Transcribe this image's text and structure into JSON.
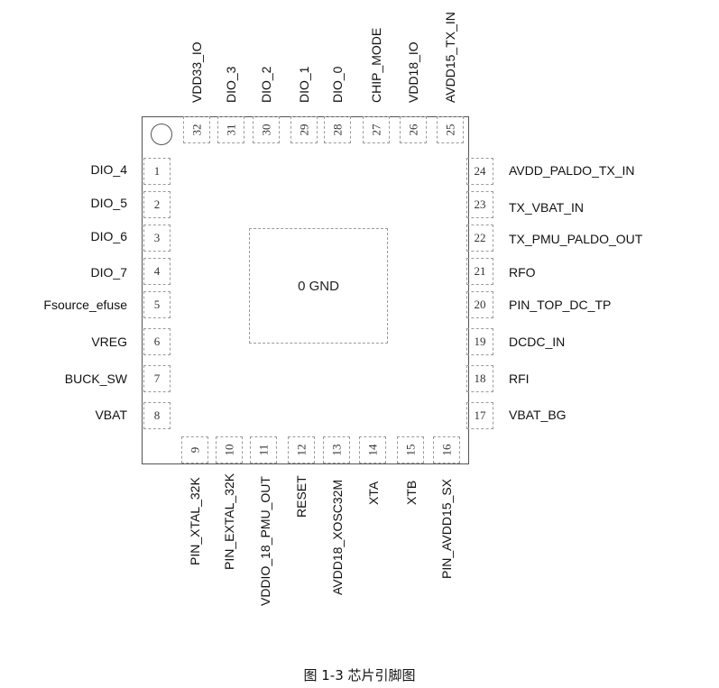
{
  "chip": {
    "center": "0 GND",
    "pins_left": [
      {
        "num": "1",
        "name": "DIO_4"
      },
      {
        "num": "2",
        "name": "DIO_5"
      },
      {
        "num": "3",
        "name": "DIO_6"
      },
      {
        "num": "4",
        "name": "DIO_7"
      },
      {
        "num": "5",
        "name": "Fsource_efuse"
      },
      {
        "num": "6",
        "name": "VREG"
      },
      {
        "num": "7",
        "name": "BUCK_SW"
      },
      {
        "num": "8",
        "name": "VBAT"
      }
    ],
    "pins_bottom": [
      {
        "num": "9",
        "name": "PIN_XTAL_32K"
      },
      {
        "num": "10",
        "name": "PIN_EXTAL_32K"
      },
      {
        "num": "11",
        "name": "VDDIO_18_PMU_OUT"
      },
      {
        "num": "12",
        "name": "RESET"
      },
      {
        "num": "13",
        "name": "AVDD18_XOSC32M"
      },
      {
        "num": "14",
        "name": "XTA"
      },
      {
        "num": "15",
        "name": "XTB"
      },
      {
        "num": "16",
        "name": "PIN_AVDD15_SX"
      }
    ],
    "pins_right": [
      {
        "num": "17",
        "name": "VBAT_BG"
      },
      {
        "num": "18",
        "name": "RFI"
      },
      {
        "num": "19",
        "name": "DCDC_IN"
      },
      {
        "num": "20",
        "name": "PIN_TOP_DC_TP"
      },
      {
        "num": "21",
        "name": "RFO"
      },
      {
        "num": "22",
        "name": "TX_PMU_PALDO_OUT"
      },
      {
        "num": "23",
        "name": "TX_VBAT_IN"
      },
      {
        "num": "24",
        "name": "AVDD_PALDO_TX_IN"
      }
    ],
    "pins_top": [
      {
        "num": "25",
        "name": "AVDD15_TX_IN"
      },
      {
        "num": "26",
        "name": "VDD18_IO"
      },
      {
        "num": "27",
        "name": "CHIP_MODE"
      },
      {
        "num": "28",
        "name": "DIO_0"
      },
      {
        "num": "29",
        "name": "DIO_1"
      },
      {
        "num": "30",
        "name": "DIO_2"
      },
      {
        "num": "31",
        "name": "DIO_3"
      },
      {
        "num": "32",
        "name": "VDD33_IO"
      }
    ]
  },
  "caption": "图 1-3 芯片引脚图"
}
